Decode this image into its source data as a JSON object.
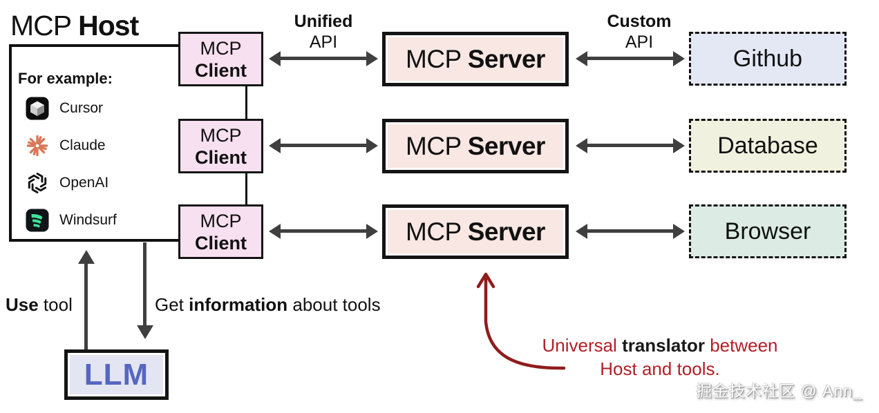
{
  "title": {
    "regular": "MCP",
    "bold": "Host"
  },
  "host": {
    "subtitle": "For example:",
    "apps": [
      {
        "label": "Cursor",
        "icon": "cursor-icon"
      },
      {
        "label": "Claude",
        "icon": "claude-icon"
      },
      {
        "label": "OpenAI",
        "icon": "openai-icon"
      },
      {
        "label": "Windsurf",
        "icon": "windsurf-icon"
      }
    ]
  },
  "clients": [
    {
      "line1": "MCP",
      "line2": "Client"
    },
    {
      "line1": "MCP",
      "line2": "Client"
    },
    {
      "line1": "MCP",
      "line2": "Client"
    }
  ],
  "servers": [
    {
      "regular": "MCP",
      "bold": "Server"
    },
    {
      "regular": "MCP",
      "bold": "Server"
    },
    {
      "regular": "MCP",
      "bold": "Server"
    }
  ],
  "externals": [
    {
      "label": "Github",
      "fill": "#e4e8f4"
    },
    {
      "label": "Database",
      "fill": "#f1f1df"
    },
    {
      "label": "Browser",
      "fill": "#dcece5"
    }
  ],
  "api_labels": {
    "left_title": "Unified",
    "left_sub": "API",
    "right_title": "Custom",
    "right_sub": "API"
  },
  "actions": {
    "use_bold": "Use",
    "use_rest": " tool",
    "get_pre": "Get ",
    "get_bold": "information",
    "get_post": " about tools"
  },
  "llm": {
    "label": "LLM"
  },
  "annotation": {
    "pre": "Universal ",
    "bold": "translator",
    "post": " between",
    "line2": "Host and tools."
  },
  "watermark": "掘金技术社区 @ Ann_",
  "colors": {
    "client_fill": "#f7e0ef",
    "server_fill": "#f8e7e3",
    "github_fill": "#e4e8f4",
    "database_fill": "#f1f1df",
    "browser_fill": "#dcece5",
    "llm_fill": "#e3e6f2",
    "llm_text": "#5766c2",
    "arrow_gray": "#3f3f3f",
    "annotation_red": "#b01f26",
    "annotation_arrow_red": "#8f1c1c",
    "claude_orange": "#d97757",
    "windsurf_green": "#40e49a"
  }
}
